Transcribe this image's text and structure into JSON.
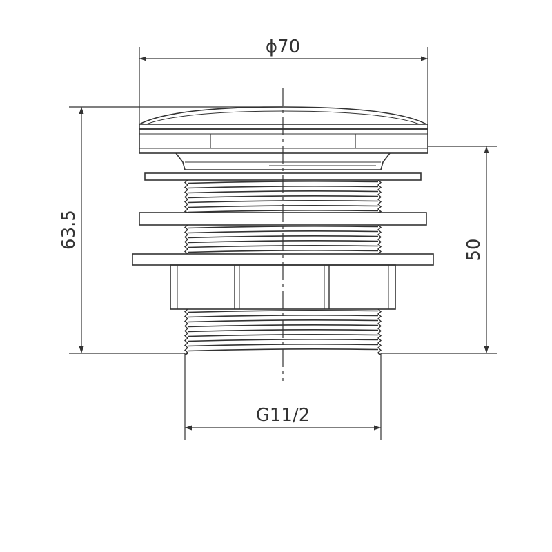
{
  "dimensions": {
    "top_diameter": "ϕ70",
    "overall_height": "63.5",
    "body_height": "50",
    "thread_size": "G11/2"
  },
  "colors": {
    "line": "#333333",
    "background": "#ffffff"
  }
}
